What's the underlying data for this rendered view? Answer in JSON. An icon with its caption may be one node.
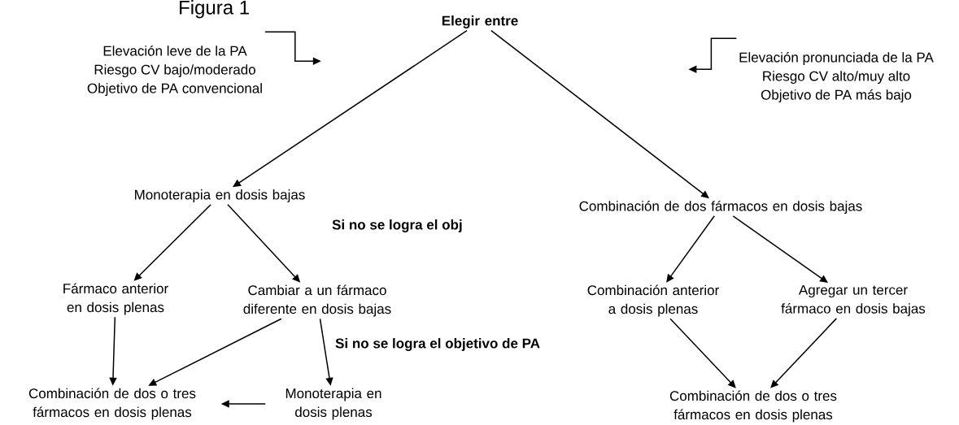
{
  "diagram": {
    "title": "Figura 1",
    "nodes": [
      {
        "text": [
          "Elegir entre"
        ]
      },
      {
        "text": [
          "Elevación leve de la PA",
          "Riesgo CV bajo/moderado",
          "Objetivo de PA convencional"
        ]
      },
      {
        "text": [
          "Elevación pronunciada de la PA",
          "Riesgo CV alto/muy alto",
          "Objetivo de PA más bajo"
        ]
      },
      {
        "text": [
          "Monoterapia en dosis bajas"
        ]
      },
      {
        "text": [
          "Combinación de dos fármacos en dosis bajas"
        ]
      },
      {
        "text": [
          "Fármaco anterior en dosis plenas"
        ]
      },
      {
        "text": [
          "Cambiar a un fármaco diferente en dosis bajas"
        ]
      },
      {
        "text": [
          "Combinación anterior a dosis plenas"
        ]
      },
      {
        "text": [
          "Agregar un tercer fármaco en dosis bajas"
        ]
      },
      {
        "text": [
          "Combinación de dos o tres fármacos en dosis plenas"
        ]
      },
      {
        "text": [
          "Monoterapia en dosis plenas"
        ]
      },
      {
        "text": [
          "Combinación de dos o tres fármacos en dosis plenas"
        ]
      }
    ],
    "edges": [
      {
        "from": 1,
        "to": null,
        "arrow": "to"
      },
      {
        "from": 2,
        "to": null,
        "arrow": "to"
      },
      {
        "from": 0,
        "to": 3,
        "arrow": "to"
      },
      {
        "from": 0,
        "to": 4,
        "arrow": "to"
      },
      {
        "from": 3,
        "to": 5,
        "arrow": "to"
      },
      {
        "from": 3,
        "to": 6,
        "arrow": "to"
      },
      {
        "from": 4,
        "to": 7,
        "arrow": "to"
      },
      {
        "from": 4,
        "to": 8,
        "arrow": "to"
      },
      {
        "from": 5,
        "to": 9,
        "arrow": "to"
      },
      {
        "from": 6,
        "to": 9,
        "arrow": "to"
      },
      {
        "from": 6,
        "to": 10,
        "arrow": "to"
      },
      {
        "from": 10,
        "to": 9,
        "arrow": "to"
      },
      {
        "from": 7,
        "to": 11,
        "arrow": "to"
      },
      {
        "from": 8,
        "to": 11,
        "arrow": "to"
      }
    ],
    "labels": [
      "Si no se logra el obj",
      "Si no se logra el objetivo de PA"
    ]
  }
}
